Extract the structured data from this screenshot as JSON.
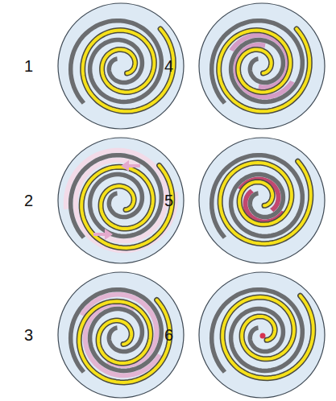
{
  "diagram": {
    "labels": [
      "1",
      "4",
      "2",
      "5",
      "3",
      "6"
    ]
  }
}
